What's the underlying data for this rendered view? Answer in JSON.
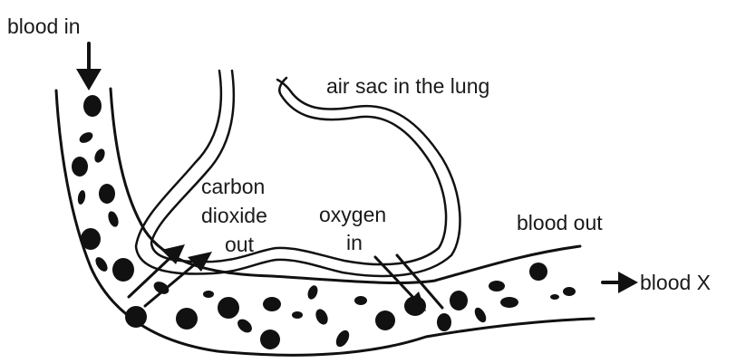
{
  "labels": {
    "blood_in": "blood in",
    "air_sac": "air sac in the lung",
    "co2_line1": "carbon",
    "co2_line2": "dioxide",
    "co2_line3": "out",
    "o2_line1": "oxygen",
    "o2_line2": "in",
    "blood_out": "blood out",
    "blood_x": "blood X"
  },
  "colors": {
    "ink": "#111111",
    "background": "#ffffff"
  }
}
